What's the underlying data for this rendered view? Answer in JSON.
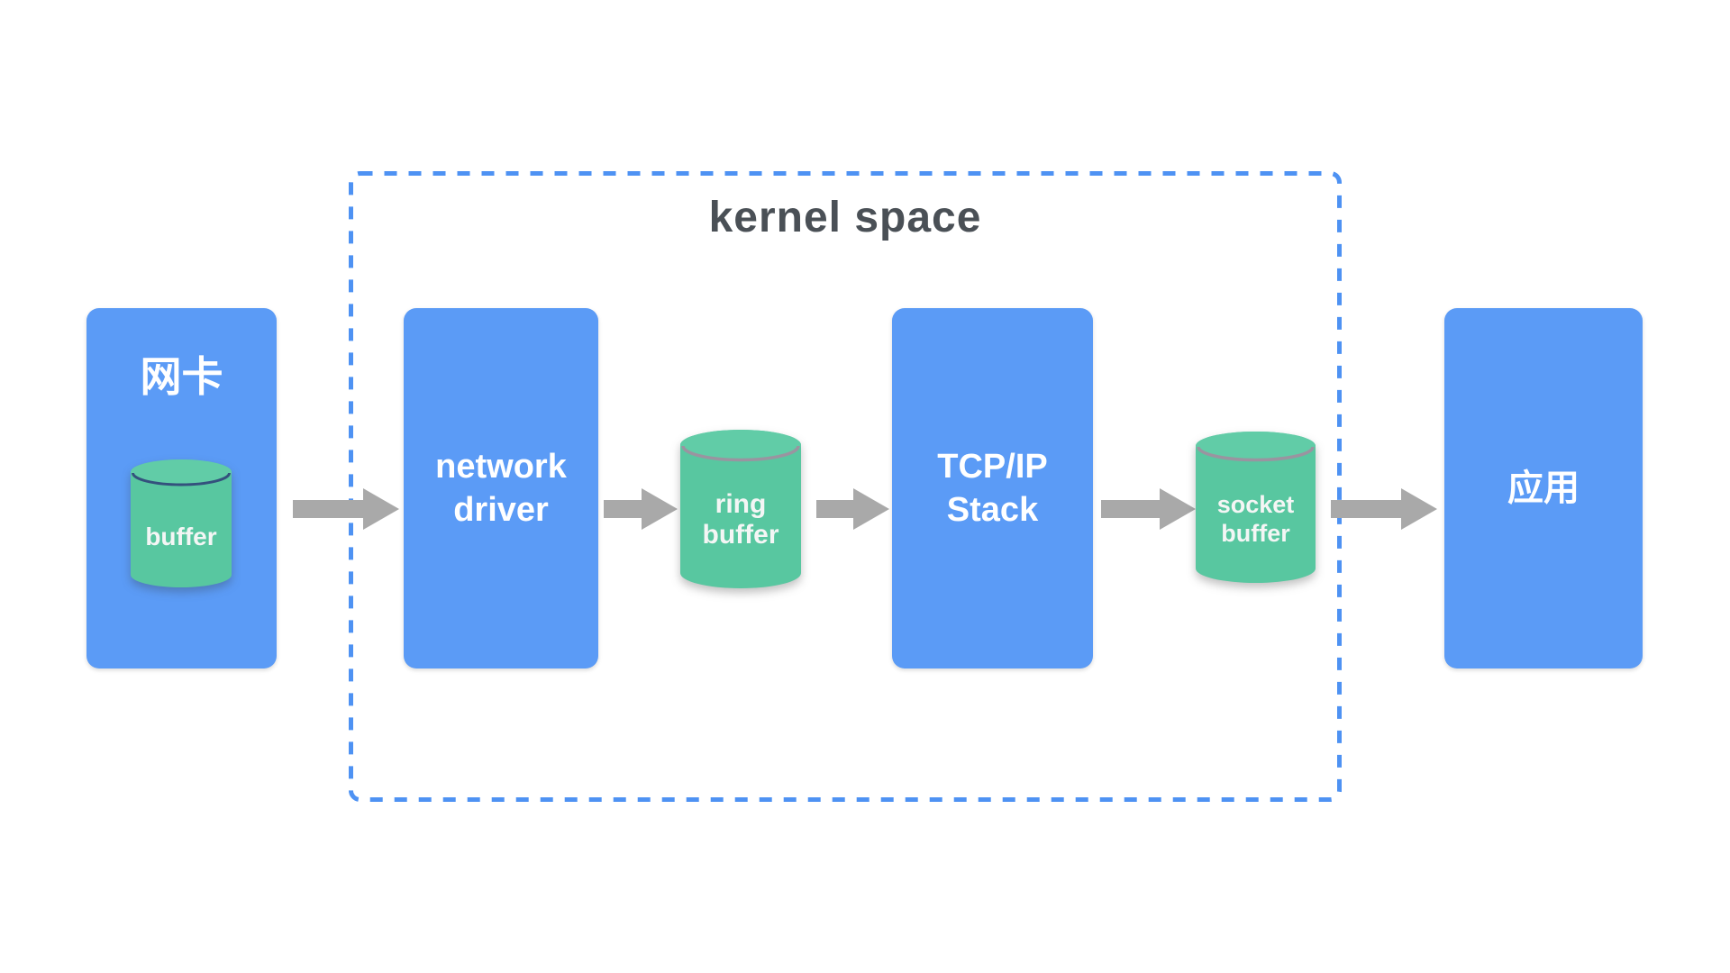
{
  "diagram": {
    "kernel_space": {
      "title": "kernel space"
    },
    "nodes": {
      "nic": {
        "label": "网卡",
        "buffer": {
          "label": "buffer"
        }
      },
      "network_driver": {
        "line1": "network",
        "line2": "driver"
      },
      "ring_buffer": {
        "line1": "ring",
        "line2": "buffer"
      },
      "tcp_stack": {
        "line1": "TCP/IP",
        "line2": "Stack"
      },
      "socket_buffer": {
        "line1": "socket",
        "line2": "buffer"
      },
      "app": {
        "label": "应用"
      }
    },
    "edges": [
      {
        "from": "网卡",
        "to": "network driver"
      },
      {
        "from": "network driver",
        "to": "ring buffer"
      },
      {
        "from": "ring buffer",
        "to": "TCP/IP Stack"
      },
      {
        "from": "TCP/IP Stack",
        "to": "socket buffer"
      },
      {
        "from": "socket buffer",
        "to": "应用"
      }
    ],
    "colors": {
      "box_blue": "#5B9BF6",
      "dashed_border": "#4E92F3",
      "cylinder_green": "#58C7A0",
      "cylinder_green_top": "#61CCA7",
      "nic_cylinder_stroke": "#34517D",
      "kernel_cylinder_stroke": "#9A94A0",
      "arrow_gray": "#A9A9A9",
      "title_color": "#4A5056",
      "node_text": "#FFFFFF"
    }
  }
}
